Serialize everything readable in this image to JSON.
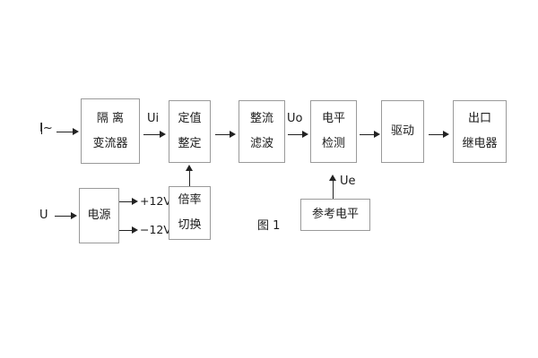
{
  "diagram": {
    "caption": "图 1",
    "background": "#ffffff",
    "line_color": "#222222",
    "box_border_color": "#9a9a9a",
    "text_color": "#1b1b1b",
    "inputs": [
      {
        "id": "current-input",
        "label": "I~"
      },
      {
        "id": "voltage-input",
        "label": "U"
      }
    ],
    "signal_labels": [
      {
        "id": "ui",
        "label": "Ui"
      },
      {
        "id": "uo",
        "label": "Uo"
      },
      {
        "id": "ue",
        "label": "Ue"
      }
    ],
    "power_rails": [
      {
        "id": "rail-positive",
        "label": "+12V"
      },
      {
        "id": "rail-negative",
        "label": "−12V"
      }
    ],
    "blocks": [
      {
        "id": "isolating-transformer",
        "lines": [
          "隔 离",
          "变流器"
        ]
      },
      {
        "id": "setting-value",
        "lines": [
          "定值",
          "整定"
        ]
      },
      {
        "id": "rectify-filter",
        "lines": [
          "整流",
          "滤波"
        ]
      },
      {
        "id": "level-detection",
        "lines": [
          "电平",
          "检测"
        ]
      },
      {
        "id": "drive",
        "lines": [
          "驱动"
        ]
      },
      {
        "id": "output-relay",
        "lines": [
          "出口",
          "继电器"
        ]
      },
      {
        "id": "power-supply",
        "lines": [
          "电源"
        ]
      },
      {
        "id": "multiplier-switch",
        "lines": [
          "倍率",
          "切换"
        ]
      },
      {
        "id": "reference-level",
        "lines": [
          "参考电平"
        ]
      }
    ]
  }
}
